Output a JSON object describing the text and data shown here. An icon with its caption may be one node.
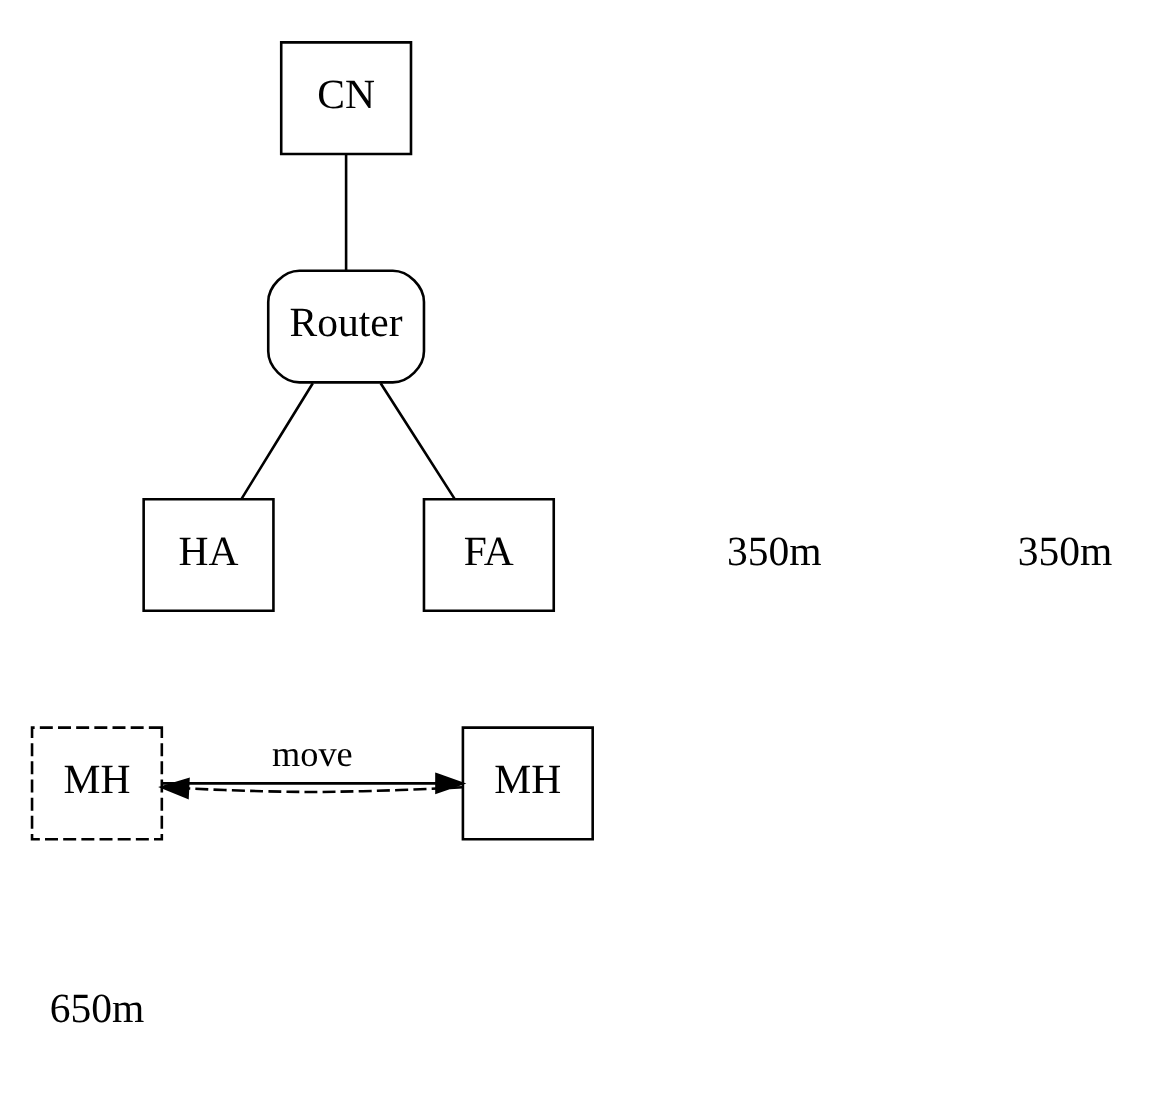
{
  "diagram": {
    "nodes": [
      {
        "text": [
          "CN"
        ]
      },
      {
        "text": [
          "Router"
        ]
      },
      {
        "text": [
          "HA"
        ]
      },
      {
        "text": [
          "FA"
        ]
      },
      {
        "text": [
          "MH"
        ]
      },
      {
        "text": [
          "MH"
        ]
      }
    ],
    "edges": [
      {
        "from": 0,
        "to": 1,
        "arrow": "none"
      },
      {
        "from": 1,
        "to": 2,
        "arrow": "none"
      },
      {
        "from": 1,
        "to": 3,
        "arrow": "none"
      },
      {
        "from": 4,
        "to": 5,
        "label": "move",
        "arrow": "to"
      },
      {
        "from": 5,
        "to": 4,
        "arrow": "to",
        "style": "dashed"
      }
    ],
    "labels": [
      "350m",
      "350m",
      "650m"
    ]
  }
}
